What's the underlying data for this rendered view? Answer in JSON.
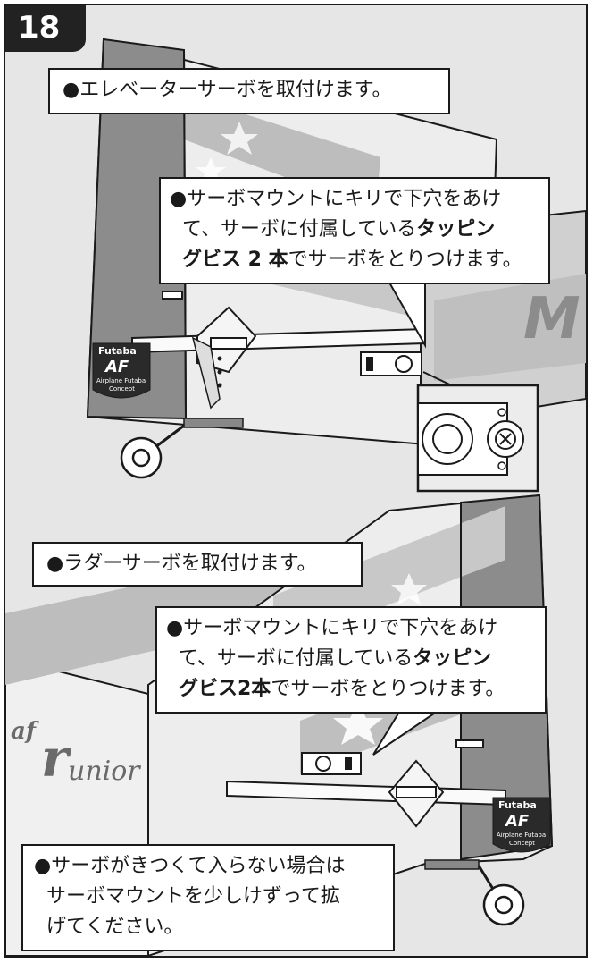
{
  "step": {
    "number": "18"
  },
  "callouts": {
    "elevator_title": "●エレベーターサーボを取付けます。",
    "elevator_detail": {
      "l1": "●サーボマウントにキリで下穴をあけ",
      "l2a": "て、サーボに付属している",
      "l2b": "タッピン",
      "l3a": "グビス 2 本",
      "l3b": "でサーボをとりつけます。"
    },
    "rudder_title": "●ラダーサーボを取付けます。",
    "rudder_detail": {
      "l1": "●サーボマウントにキリで下穴をあけ",
      "l2a": "て、サーボに付属している",
      "l2b": "タッピン",
      "l3a": "グビス2本",
      "l3b": "でサーボをとりつけます。"
    },
    "tight_note": {
      "l1": "●サーボがきつくて入らない場合は",
      "l2": "サーボマウントを少しけずって拡",
      "l3": "げてください。"
    }
  },
  "logos": {
    "brand": "Futaba",
    "mark": "AF",
    "line1": "Airplane Futaba",
    "line2": "Concept"
  },
  "decals": {
    "fuselage_letter": "M",
    "script_a": "af",
    "script_b": "r",
    "script_c": "unior"
  },
  "colors": {
    "frame": "#1a1a1a",
    "background": "#e6e6e6",
    "dark_gray": "#8c8c8c",
    "mid_gray": "#bdbdbd",
    "light_gray": "#d9d9d9"
  }
}
